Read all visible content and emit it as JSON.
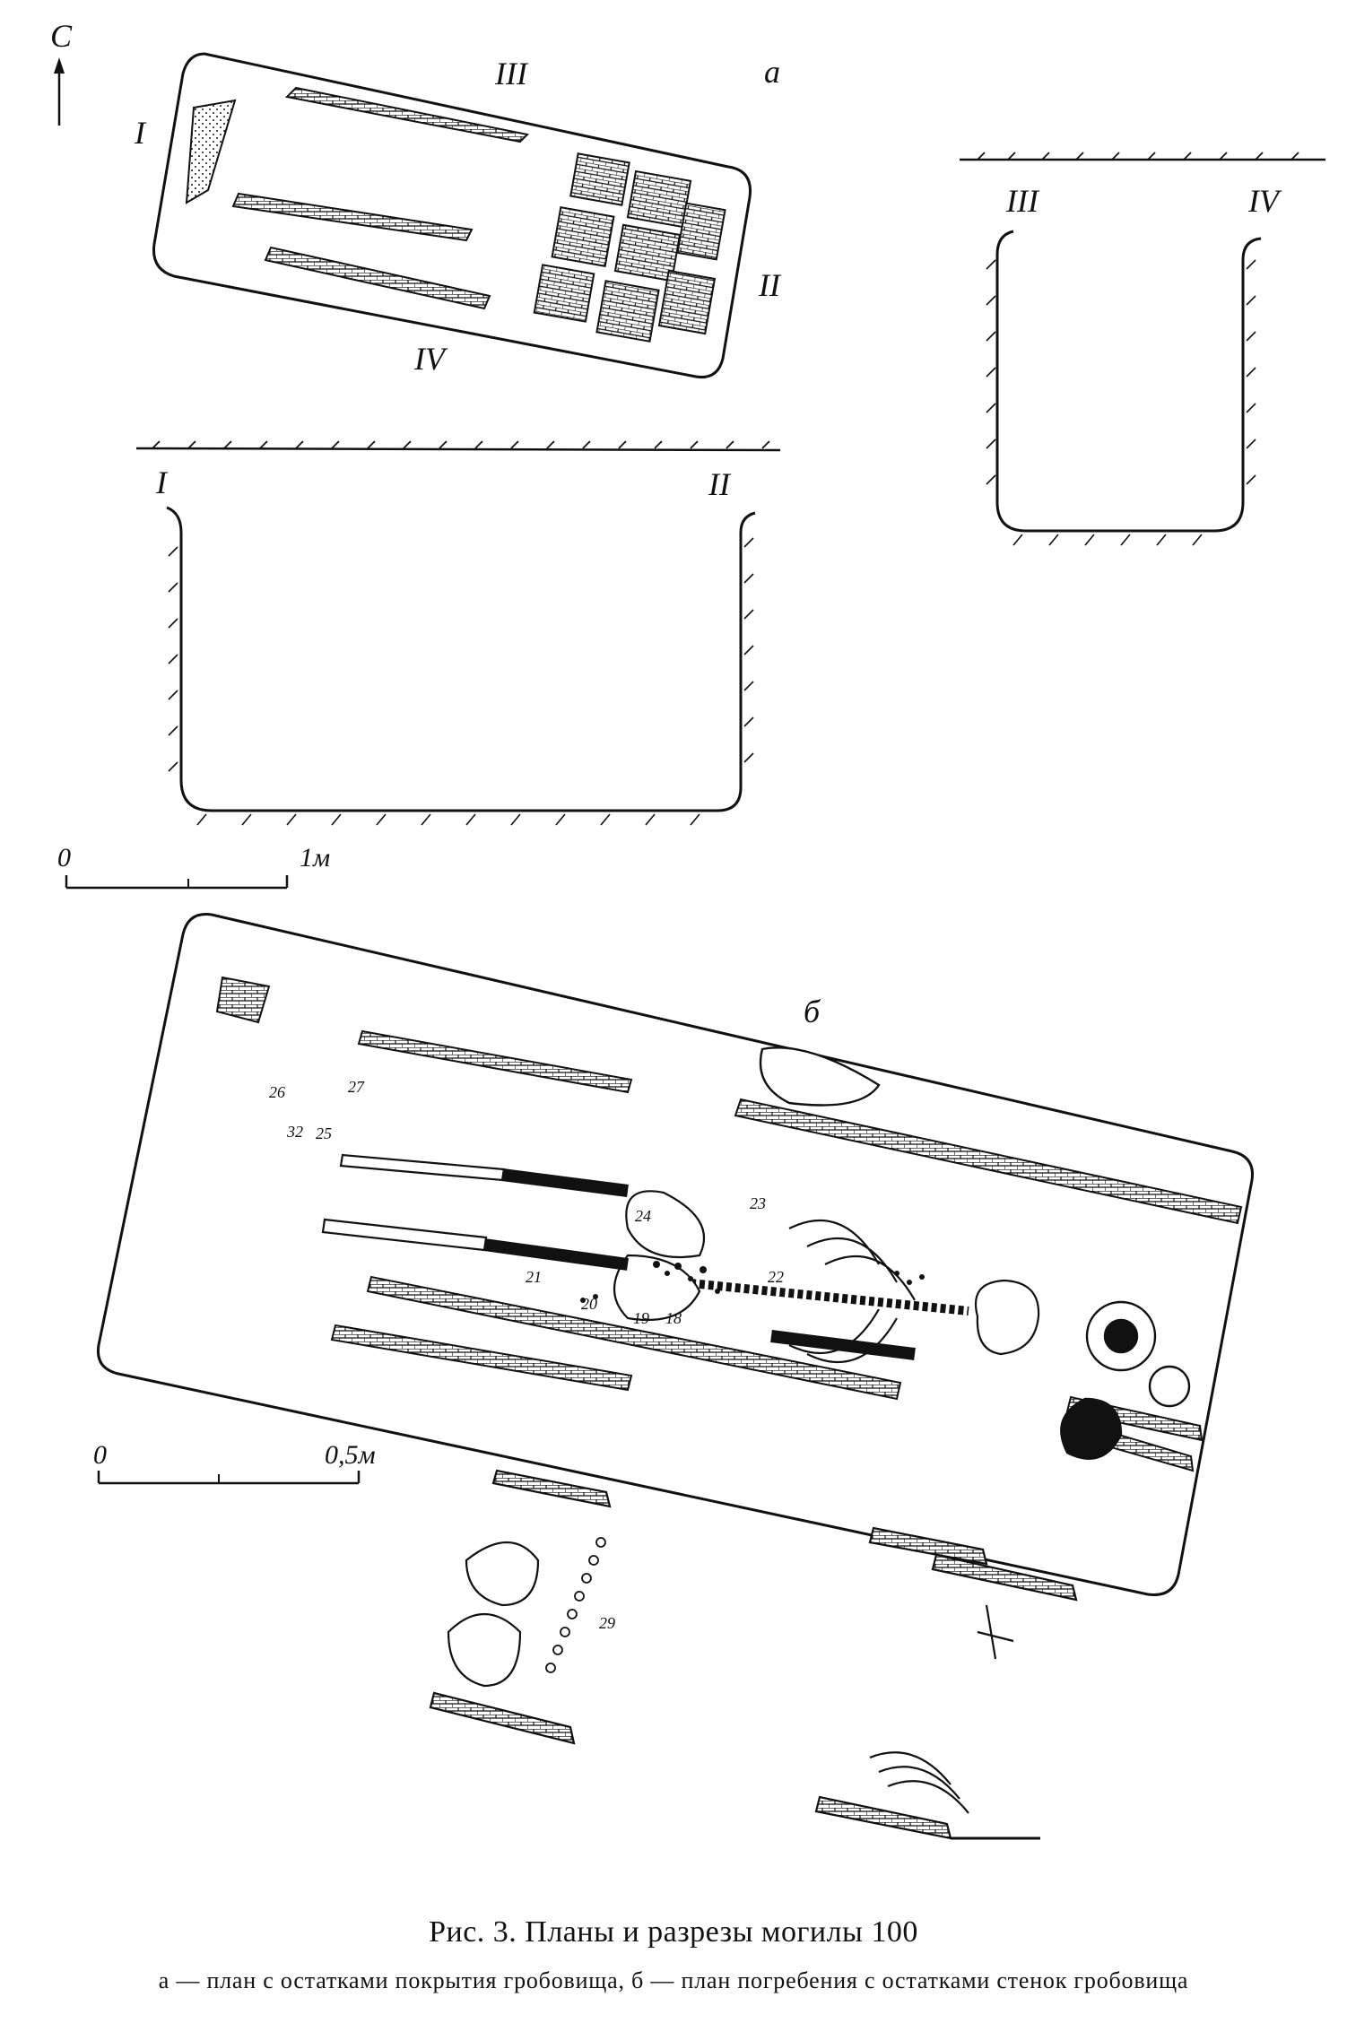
{
  "labels": {
    "north": "С",
    "plan_a": "а",
    "plan_b": "б",
    "section_I": "I",
    "section_II": "II",
    "section_III": "III",
    "section_IV": "IV",
    "scale1_start": "0",
    "scale1_end": "1м",
    "scale2_start": "0",
    "scale2_end": "0,5м"
  },
  "find_numbers": [
    "21",
    "24",
    "25",
    "26",
    "27",
    "32",
    "23",
    "22",
    "18",
    "19",
    "20",
    "29"
  ],
  "caption": {
    "title": "Рис. 3. Планы и разрезы могилы 100",
    "legend": "а — план с остатками покрытия гробовища, б — план погребения с остатками стенок гробовища"
  },
  "colors": {
    "ink": "#111111",
    "paper": "#ffffff"
  }
}
